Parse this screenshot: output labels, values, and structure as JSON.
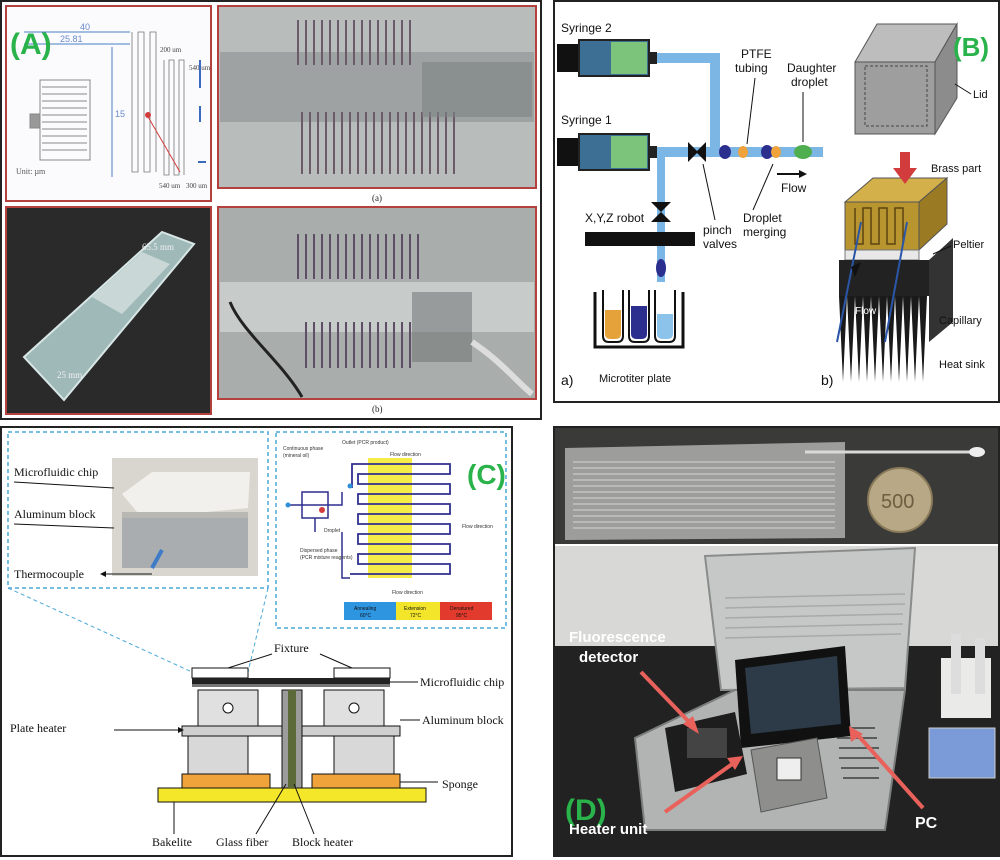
{
  "panelA": {
    "letter": "(A)",
    "dims": {
      "w40": "40",
      "w2581": "25.81",
      "h200": "200 um",
      "h540a": "540 um",
      "h540b": "540 um",
      "h300": "300 um",
      "h15": "15"
    },
    "unit": "Unit: µm",
    "slide_w": "65.5 mm",
    "slide_h": "25 mm",
    "cap_a": "(a)",
    "cap_b": "(b)"
  },
  "panelB": {
    "letter": "(B)",
    "syringe2": "Syringe 2",
    "syringe1": "Syringe 1",
    "ptfe": "PTFE",
    "tubing": "tubing",
    "daughter": "Daughter",
    "droplet": "droplet",
    "flow": "Flow",
    "robot": "X,Y,Z robot",
    "pinch": "pinch",
    "valves": "valves",
    "merge1": "Droplet",
    "merge2": "merging",
    "plate": "Microtiter plate",
    "sub_a": "a)",
    "sub_b": "b)",
    "lid": "Lid",
    "brass": "Brass part",
    "peltier": "Peltier",
    "flow2": "Flow",
    "capillary": "Capillary",
    "heatsink": "Heat sink"
  },
  "panelC": {
    "letter": "(C)",
    "chip": "Microfluidic chip",
    "alblock": "Aluminum block",
    "thermo": "Thermocouple",
    "cont1": "Continuous phase",
    "cont2": "(mineral oil)",
    "outlet1": "Outlet (PCR product)",
    "flowdir": "Flow direction",
    "flowdir2": "Flow direction",
    "flowdir3": "Flow direction",
    "droplet": "Droplet",
    "disp1": "Dispersed phase",
    "disp2": "(PCR mixture reagents)",
    "anneal": "Annealing",
    "anneal_t": "60°C",
    "ext": "Extension",
    "ext_t": "72°C",
    "denat": "Denatured",
    "denat_t": "95°C",
    "fixture": "Fixture",
    "chip2": "Microfluidic chip",
    "plateheater": "Plate heater",
    "alblock2": "Aluminum block",
    "sponge": "Sponge",
    "bakelite": "Bakelite",
    "glassfiber": "Glass fiber",
    "blockheater": "Block heater"
  },
  "panelD": {
    "letter": "(D)",
    "coin": "500",
    "fluor1": "Fluorescence",
    "fluor2": "detector",
    "heater": "Heater unit",
    "pc": "PC"
  },
  "colors": {
    "accent_green": "#29b34a",
    "frame_red": "#b5413f",
    "tube_blue": "#7cb6e4",
    "arrow_red": "#e8615a",
    "anneal": "#2e95e0",
    "extension": "#f2e52a",
    "denature": "#e23a2c"
  }
}
